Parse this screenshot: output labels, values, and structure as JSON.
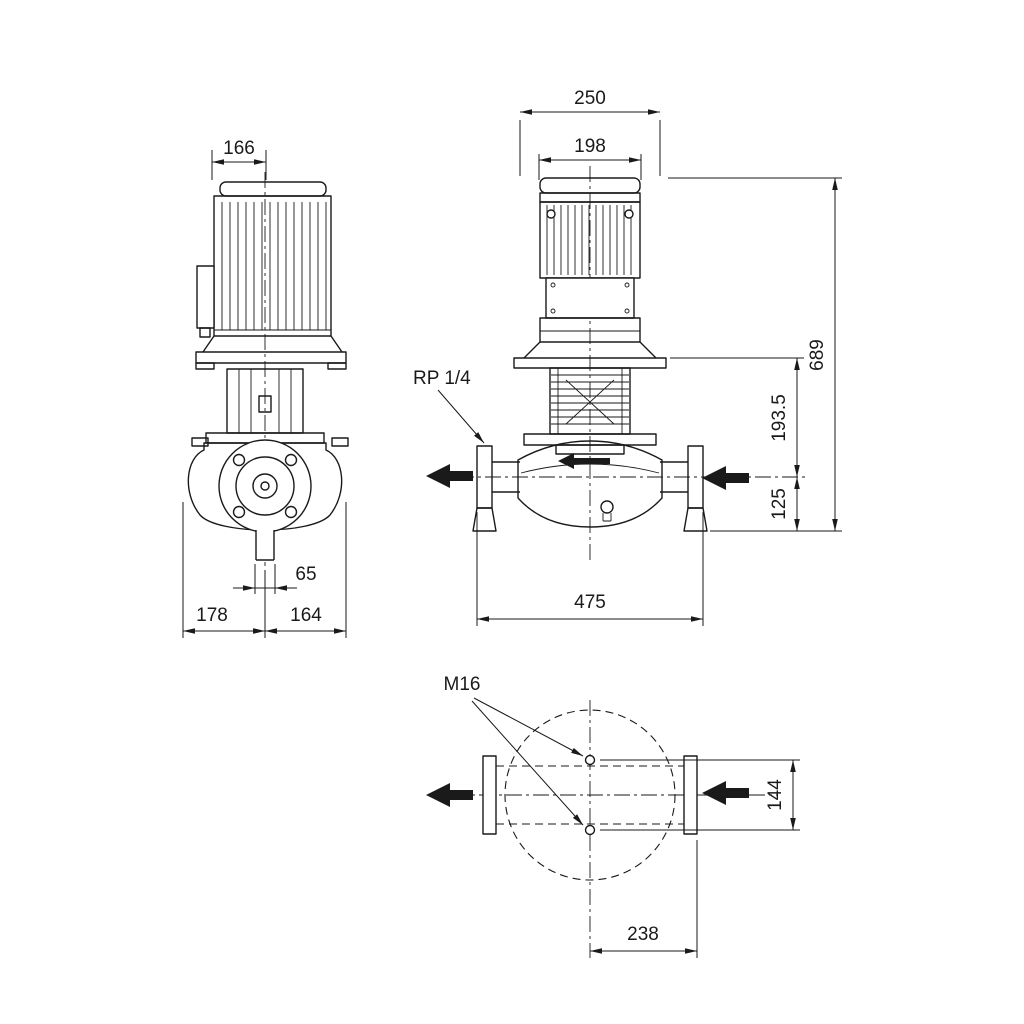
{
  "drawing": {
    "type": "pump-dimensional-drawing",
    "colors": {
      "line": "#1a1a1a",
      "background": "#ffffff"
    }
  },
  "views": {
    "side": {
      "dims": {
        "motor_width": "166",
        "port_bore": "65",
        "base_left": "178",
        "base_right": "164"
      }
    },
    "front": {
      "labels": {
        "thread_port": "RP 1/4"
      },
      "dims": {
        "fan_cover_width": "250",
        "motor_width": "198",
        "total_height": "689",
        "flange_to_center": "193.5",
        "center_to_base": "125",
        "port_to_port": "475"
      }
    },
    "plan": {
      "labels": {
        "bolt_size": "M16"
      },
      "dims": {
        "bolt_spacing": "144",
        "center_to_flange": "238"
      }
    }
  }
}
